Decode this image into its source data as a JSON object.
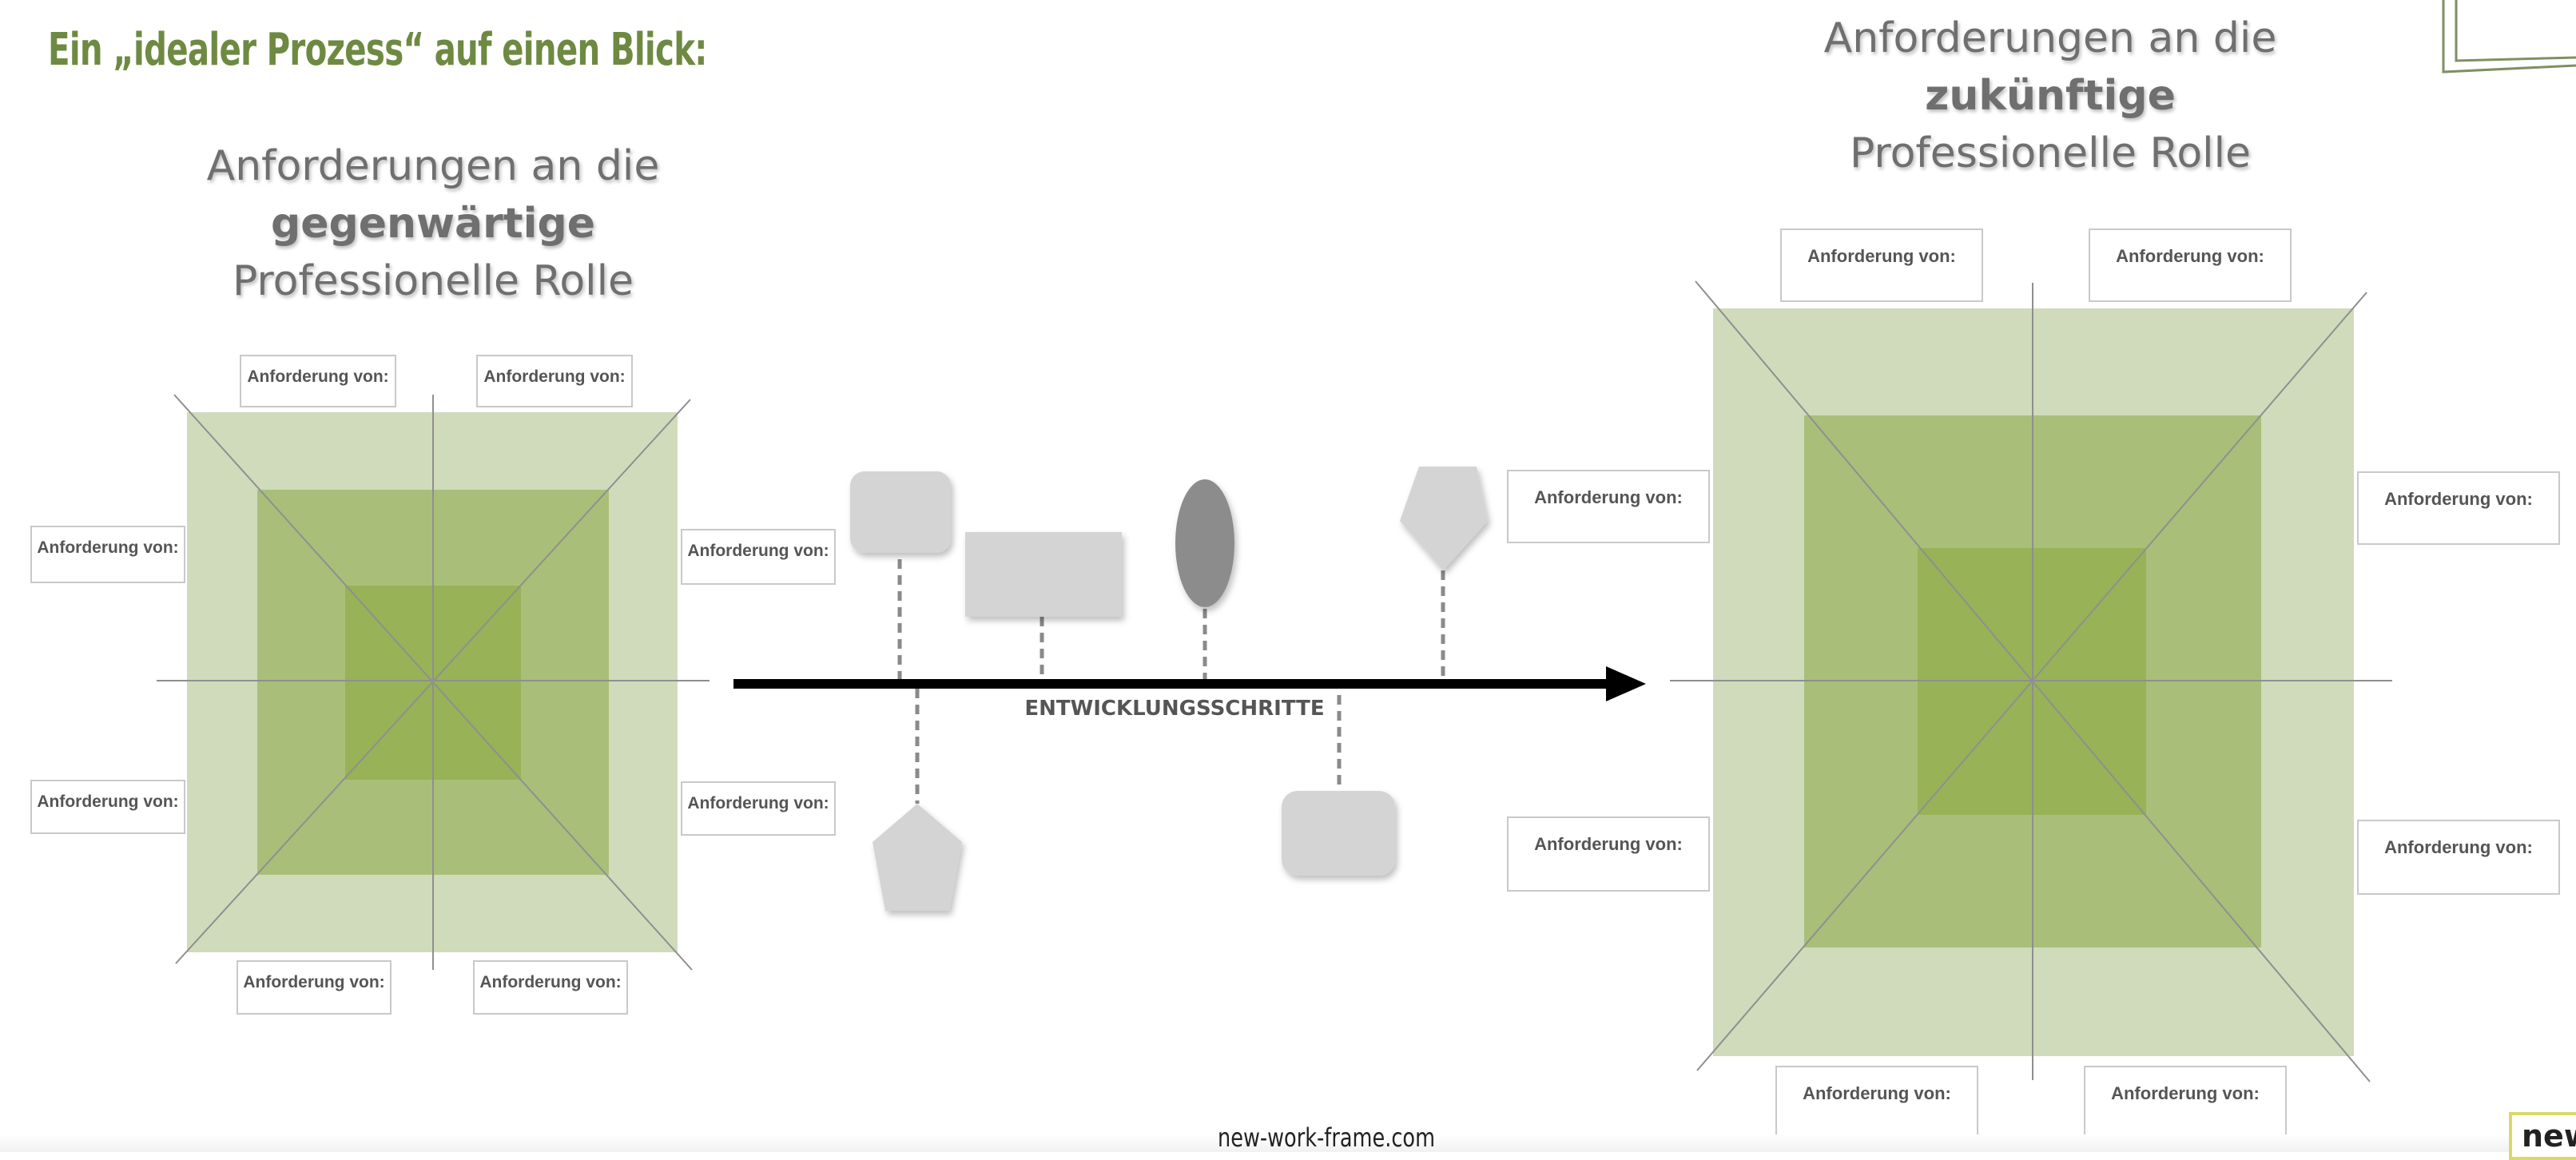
{
  "title": "Ein „idealer Prozess“ auf einen Blick:",
  "left_panel": {
    "heading_line1": "Anforderungen an die",
    "heading_bold": "gegenwärtige",
    "heading_line3": "Professionelle Rolle",
    "box_label": "Anforderung von:"
  },
  "right_panel": {
    "heading_line1": "Anforderungen an die",
    "heading_bold": "zukünftige",
    "heading_line3": "Professionelle Rolle",
    "box_label": "Anforderung von:"
  },
  "timeline": {
    "label": "ENTWICKLUNGSSCHRITTE"
  },
  "footer": {
    "url": "new-work-frame.com",
    "brand": "new"
  },
  "colors": {
    "title_green": "#6e8a42",
    "outer_square": "#d0dbbb",
    "middle_square": "#a9bf79",
    "inner_square": "#98b257",
    "step_shape": "#d4d4d4",
    "oval": "#8c8c8c"
  }
}
